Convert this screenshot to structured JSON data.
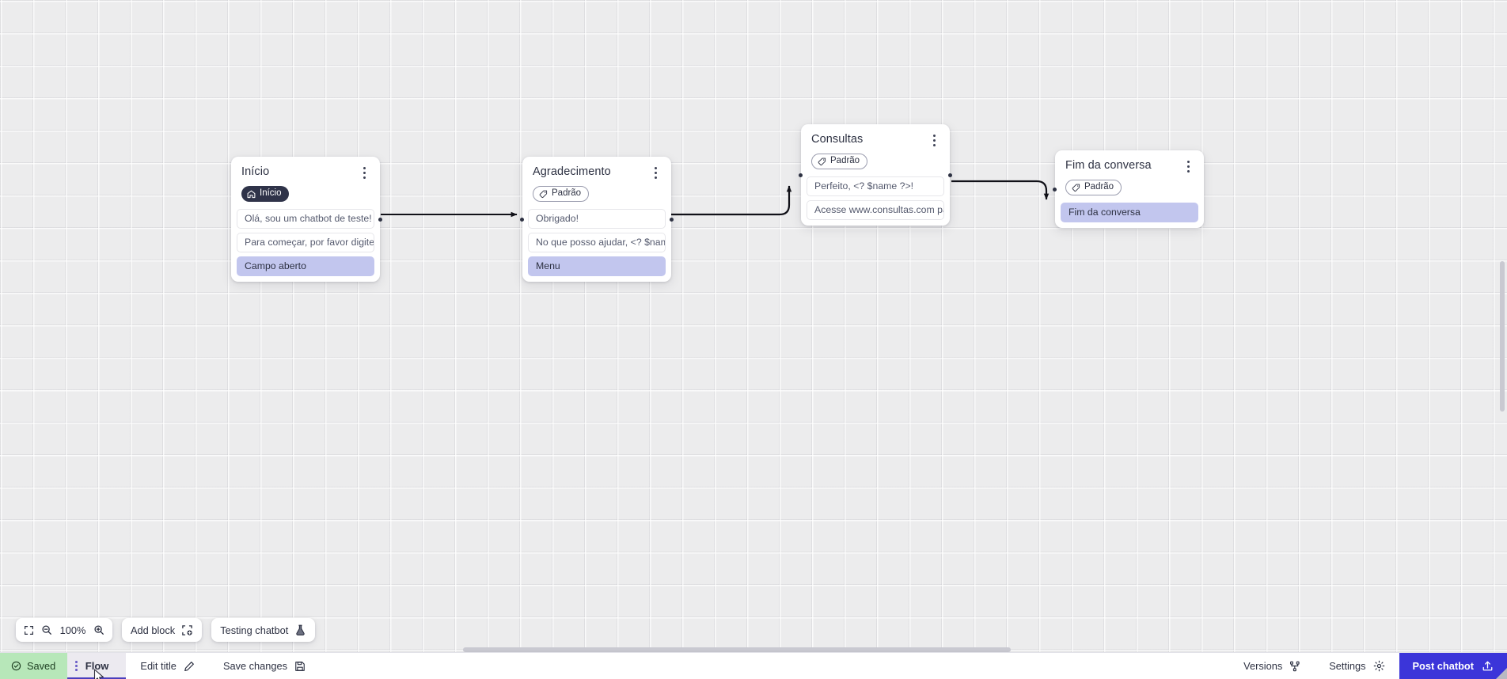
{
  "canvas": {
    "zoom_level": "100%",
    "nodes": [
      {
        "id": "inicio",
        "title": "Início",
        "badge": {
          "label": "Início",
          "icon": "home-icon",
          "style": "dark"
        },
        "rows": [
          {
            "text": "Olá, sou um chatbot de teste!",
            "highlight": false
          },
          {
            "text": "Para começar, por favor digite o ...",
            "highlight": false
          },
          {
            "text": "Campo aberto",
            "highlight": true
          }
        ]
      },
      {
        "id": "agradecimento",
        "title": "Agradecimento",
        "badge": {
          "label": "Padrão",
          "icon": "tag-icon",
          "style": "outline"
        },
        "rows": [
          {
            "text": "Obrigado!",
            "highlight": false
          },
          {
            "text": "No que posso ajudar, <? $name ...",
            "highlight": false
          },
          {
            "text": "Menu",
            "highlight": true
          }
        ]
      },
      {
        "id": "consultas",
        "title": "Consultas",
        "badge": {
          "label": "Padrão",
          "icon": "tag-icon",
          "style": "outline"
        },
        "rows": [
          {
            "text": "Perfeito, <? $name ?>!",
            "highlight": false
          },
          {
            "text": "Acesse www.consultas.com par...",
            "highlight": false
          }
        ]
      },
      {
        "id": "fim",
        "title": "Fim da conversa",
        "badge": {
          "label": "Padrão",
          "icon": "tag-icon",
          "style": "outline"
        },
        "rows": [
          {
            "text": "Fim da conversa",
            "highlight": true
          }
        ]
      }
    ]
  },
  "toolbar": {
    "fit_screen_icon": "fit-screen-icon",
    "zoom_out_icon": "zoom-out-icon",
    "zoom_in_icon": "zoom-in-icon",
    "zoom_value": "100%",
    "add_block_label": "Add block",
    "add_block_icon": "add-block-icon",
    "testing_chatbot_label": "Testing chatbot",
    "testing_chatbot_icon": "flask-icon"
  },
  "statusbar": {
    "saved_label": "Saved",
    "saved_icon": "check-circle-icon",
    "flow_tab_label": "Flow",
    "edit_title_label": "Edit title",
    "edit_title_icon": "pencil-icon",
    "save_changes_label": "Save changes",
    "save_changes_icon": "floppy-disk-icon",
    "versions_label": "Versions",
    "versions_icon": "branch-icon",
    "settings_label": "Settings",
    "settings_icon": "gear-icon",
    "post_chatbot_label": "Post chatbot",
    "post_chatbot_icon": "upload-icon"
  },
  "colors": {
    "canvas_bg": "#ececed",
    "accent_blue": "#3b35d9",
    "highlight_row": "#c2c6ee",
    "badge_dark": "#2f3349",
    "saved_green": "#b7e7b9",
    "tab_underline": "#4b3fbd"
  }
}
